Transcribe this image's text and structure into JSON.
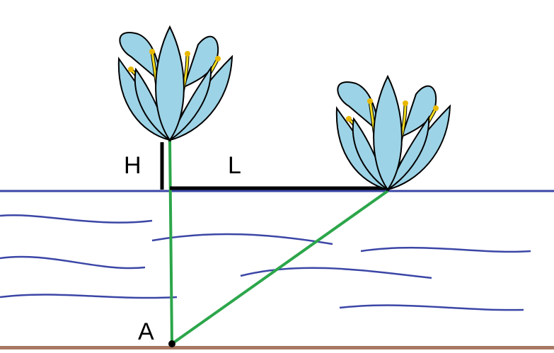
{
  "labels": {
    "h": "H",
    "l": "L",
    "a": "A"
  },
  "colors": {
    "background": "#ffffff",
    "water_line": "#3b46a6",
    "waves": "#3b46a6",
    "stem": "#2ca64a",
    "measure": "#000000",
    "bottom": "#a87862",
    "petal": "#9dd3e6",
    "petal_outline": "#000000",
    "stamen": "#f2dc1e",
    "anther": "#e8b800"
  },
  "icons": {
    "flower": "lotus-flower-icon",
    "point": "point-a-dot"
  }
}
